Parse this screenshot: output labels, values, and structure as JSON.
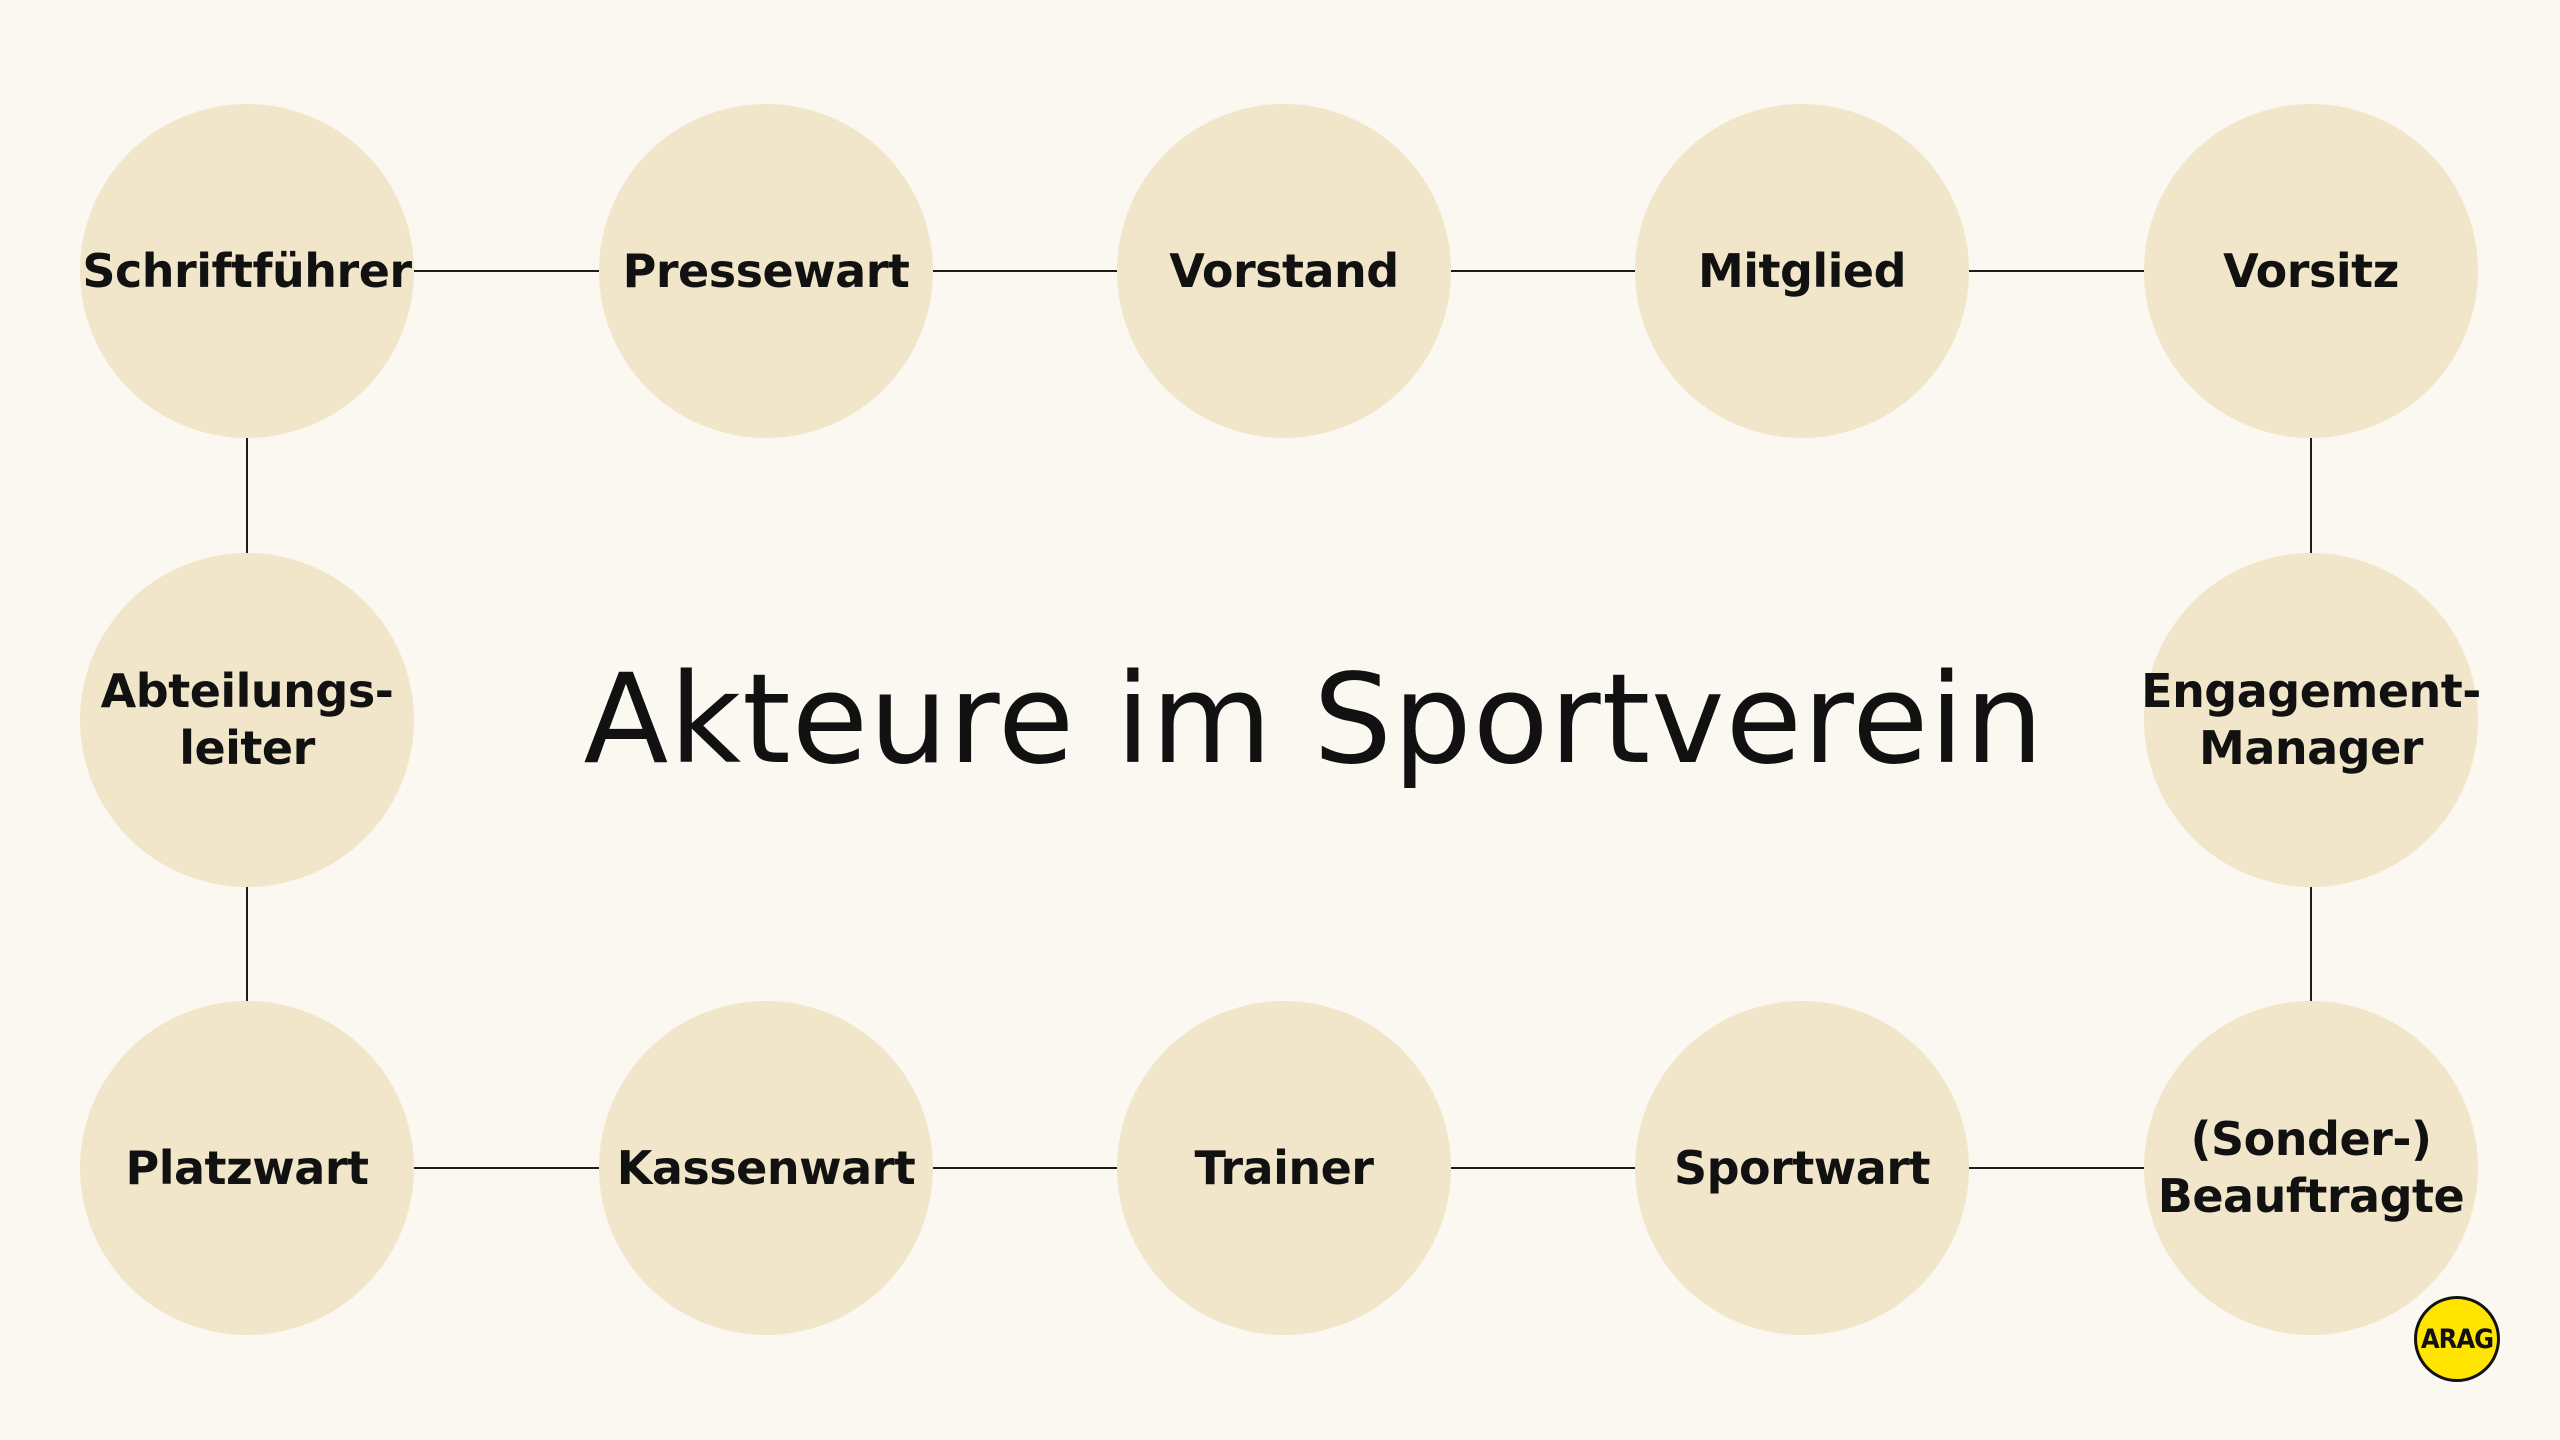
{
  "diagram": {
    "title": "Akteure im Sportverein",
    "nodes": [
      {
        "id": "schriftfuehrer",
        "label": "Schriftführer"
      },
      {
        "id": "pressewart",
        "label": "Pressewart"
      },
      {
        "id": "vorstand",
        "label": "Vorstand"
      },
      {
        "id": "mitglied",
        "label": "Mitglied"
      },
      {
        "id": "vorsitz",
        "label": "Vorsitz"
      },
      {
        "id": "abteilungsleiter",
        "label": "Abteilungs-\nleiter"
      },
      {
        "id": "engagement-manager",
        "label": "Engagement-\nManager"
      },
      {
        "id": "platzwart",
        "label": "Platzwart"
      },
      {
        "id": "kassenwart",
        "label": "Kassenwart"
      },
      {
        "id": "trainer",
        "label": "Trainer"
      },
      {
        "id": "sportwart",
        "label": "Sportwart"
      },
      {
        "id": "sonderbeauftragte",
        "label": "(Sonder-)\nBeauftragte"
      }
    ],
    "edges": [
      [
        "schriftfuehrer",
        "pressewart"
      ],
      [
        "pressewart",
        "vorstand"
      ],
      [
        "vorstand",
        "mitglied"
      ],
      [
        "mitglied",
        "vorsitz"
      ],
      [
        "schriftfuehrer",
        "abteilungsleiter"
      ],
      [
        "abteilungsleiter",
        "platzwart"
      ],
      [
        "vorsitz",
        "engagement-manager"
      ],
      [
        "engagement-manager",
        "sonderbeauftragte"
      ],
      [
        "platzwart",
        "kassenwart"
      ],
      [
        "kassenwart",
        "trainer"
      ],
      [
        "trainer",
        "sportwart"
      ],
      [
        "sportwart",
        "sonderbeauftragte"
      ]
    ]
  },
  "brand": {
    "logo_text": "ARAG"
  },
  "colors": {
    "background": "#faf8f1",
    "node_fill": "#f1e6c9",
    "line": "#1c1c1c",
    "text": "#111111",
    "logo_fill": "#ffe500"
  }
}
